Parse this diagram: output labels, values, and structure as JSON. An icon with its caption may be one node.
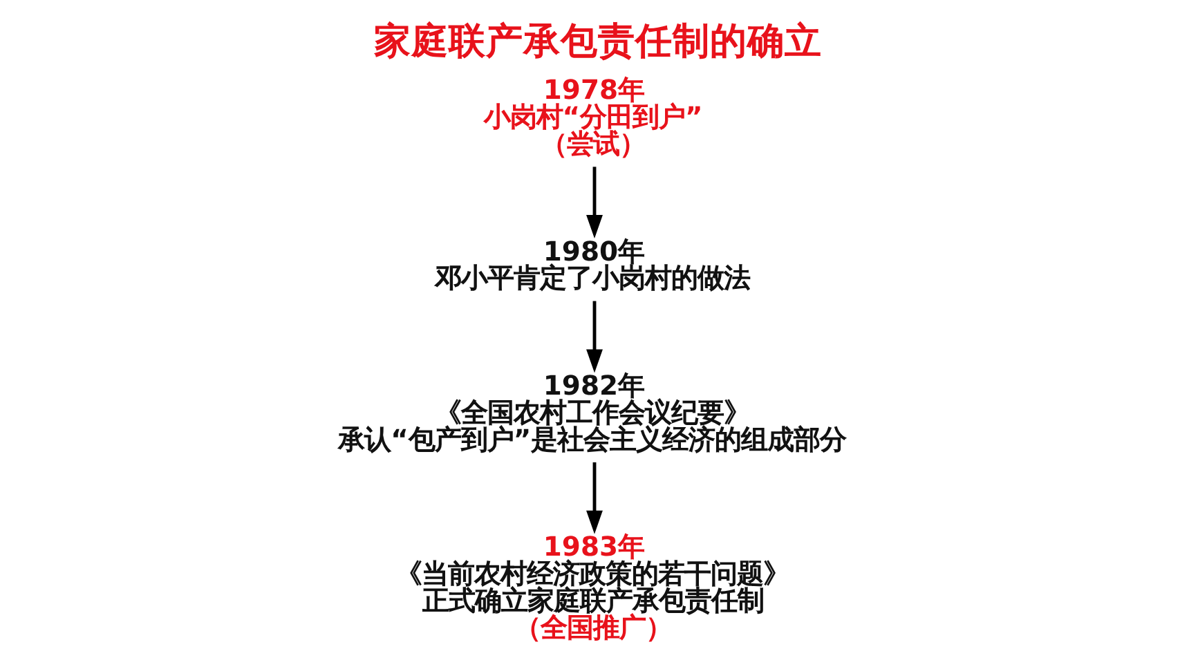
{
  "diagram": {
    "title": "家庭联产承包责任制的确立",
    "nodes": [
      {
        "text": [
          "1978年",
          "小岗村“分田到户”",
          "（尝试）"
        ]
      },
      {
        "text": [
          "1980年",
          "邓小平肯定了小岗村的做法"
        ]
      },
      {
        "text": [
          "1982年",
          "《全国农村工作会议纪要》",
          "承认“包产到户”是社会主义经济的组成部分"
        ]
      },
      {
        "text": [
          "1983年",
          "《当前农村经济政策的若干问题》",
          "正式确立家庭联产承包责任制",
          "（全国推广）"
        ]
      }
    ],
    "edges": [
      {
        "from": 0,
        "to": 1,
        "arrow": "to"
      },
      {
        "from": 1,
        "to": 2,
        "arrow": "to"
      },
      {
        "from": 2,
        "to": 3,
        "arrow": "to"
      }
    ]
  }
}
